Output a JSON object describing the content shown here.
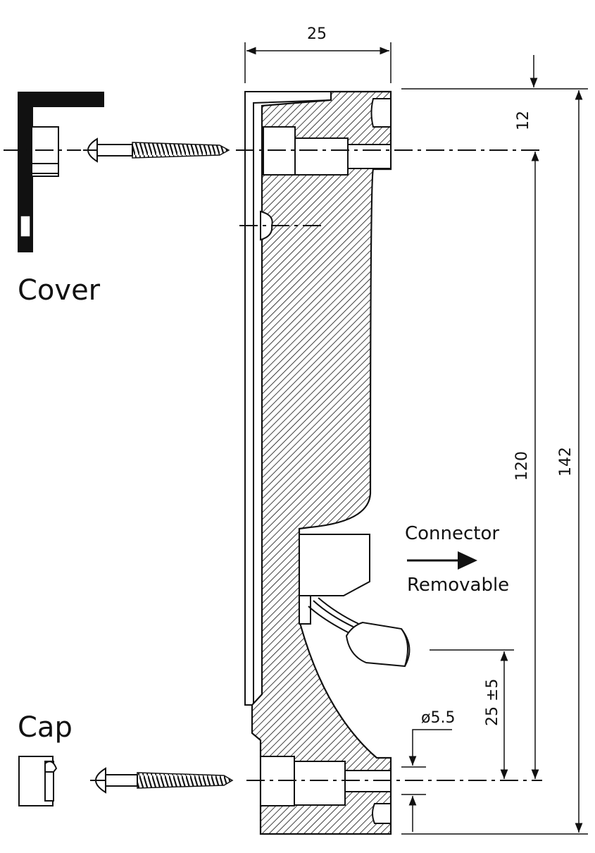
{
  "labels": {
    "cover": "Cover",
    "cap": "Cap",
    "connector": "Connector",
    "removable": "Removable"
  },
  "dimensions": {
    "width": "25",
    "top_offset": "12",
    "hole_spacing": "120",
    "total_height": "142",
    "cable_offset": "25 ±5",
    "hole_diameter": "ø5.5"
  }
}
